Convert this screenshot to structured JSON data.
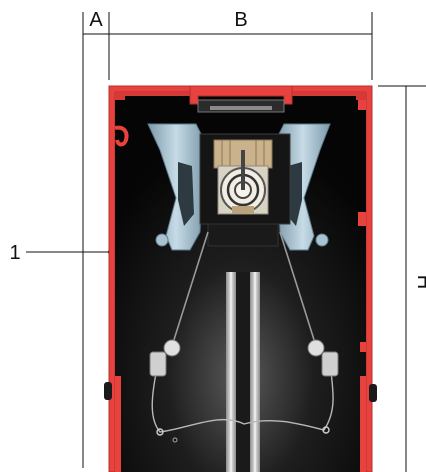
{
  "labels": {
    "dim_a": "A",
    "dim_b": "B",
    "dim_h": "H",
    "callout_1": "1"
  },
  "colors": {
    "frame_red": "#e8423f",
    "frame_red_dark": "#b5302c",
    "interior": "#0c0c0c",
    "bracket": "#a9c3d2",
    "bracket_dark": "#6d8a9b",
    "roll_metal": "#c9b28c",
    "roll_frame": "#d9d3c4",
    "rail": "#bfbfbf",
    "cable": "#9a9a9a",
    "dim_line": "#111111"
  },
  "icons": {
    "motor_drum": "motor-drum-icon",
    "pulley": "pulley-icon"
  }
}
